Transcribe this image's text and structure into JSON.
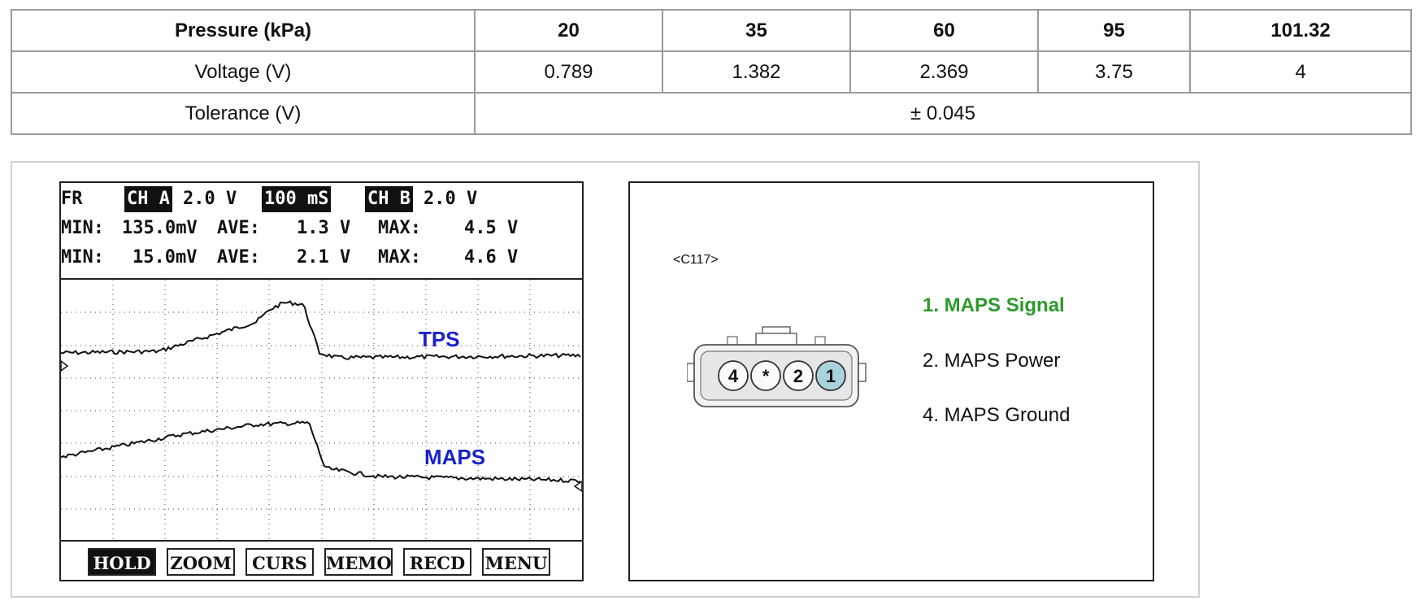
{
  "table": {
    "pressure_label": "Pressure (kPa)",
    "pressures": [
      "20",
      "35",
      "60",
      "95",
      "101.32"
    ],
    "voltage_label": "Voltage (V)",
    "voltages": [
      "0.789",
      "1.382",
      "2.369",
      "3.75",
      "4"
    ],
    "tolerance_label": "Tolerance (V)",
    "tolerance_value": "± 0.045"
  },
  "scope": {
    "mode": "FR",
    "ch_a_label": "CH A",
    "ch_a_scale": "2.0 V",
    "timebase": "100 mS",
    "ch_b_label": "CH B",
    "ch_b_scale": "2.0 V",
    "row_a": {
      "min_label": "MIN:",
      "min": "135.0mV",
      "ave_label": "AVE:",
      "ave": "1.3 V",
      "max_label": "MAX:",
      "max": "4.5 V"
    },
    "row_b": {
      "min_label": "MIN:",
      "min": "15.0mV",
      "ave_label": "AVE:",
      "ave": "2.1 V",
      "max_label": "MAX:",
      "max": "4.6 V"
    },
    "trace_a_label": "TPS",
    "trace_b_label": "MAPS",
    "trace_label_color": "#1a22cc",
    "buttons": [
      "HOLD",
      "ZOOM",
      "CURS",
      "MEMO",
      "RECD",
      "MENU"
    ],
    "active_button": "HOLD"
  },
  "connector": {
    "id": "<C117>",
    "pins": [
      "4",
      "*",
      "2",
      "1"
    ],
    "highlight_pin": "1",
    "highlight_color": "#a9d3dc",
    "labels": [
      {
        "text": "1. MAPS Signal",
        "color": "#2c9a2c"
      },
      {
        "text": "2. MAPS Power",
        "color": "#111111"
      },
      {
        "text": "4. MAPS Ground",
        "color": "#111111"
      }
    ]
  }
}
